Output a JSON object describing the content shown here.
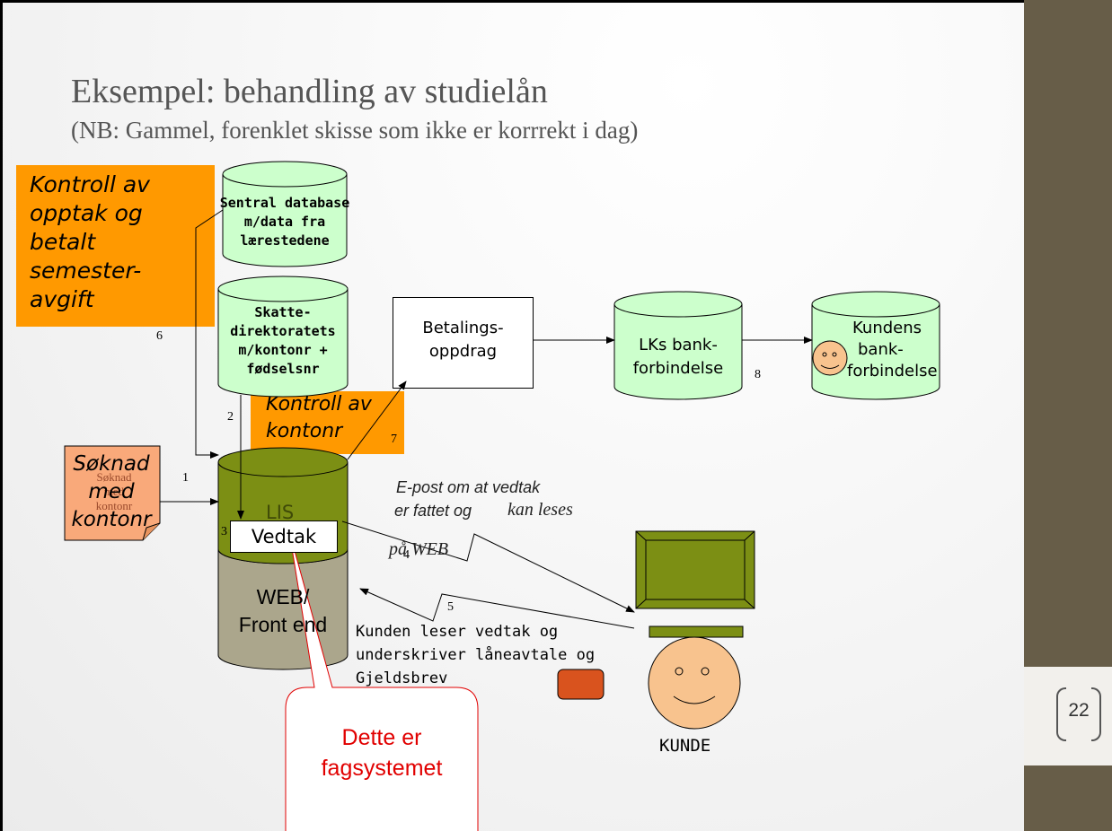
{
  "title": "Eksempel: behandling av studielån",
  "subtitle": "(NB: Gammel, forenklet skisse som ikke er korrrekt i dag)",
  "page_number": "22",
  "nodes": {
    "kontroll_opptak": [
      "Kontroll av",
      "opptak og",
      "betalt",
      "semester-",
      "avgift"
    ],
    "sentral_db": [
      "Sentral database",
      "m/data fra",
      "lærestedene"
    ],
    "skatte": [
      "Skatte-",
      "direktoratets",
      "m/kontonr +",
      "fødselsnr"
    ],
    "betalings": [
      "Betalings-",
      "oppdrag"
    ],
    "lks_bank": [
      "LKs bank-",
      "forbindelse"
    ],
    "kundens_bank": [
      "Kundens",
      "bank-",
      "forbindelse"
    ],
    "kontroll_kontonr": [
      "Kontroll av",
      "kontonr"
    ],
    "soknad_big": [
      "Søknad",
      "med",
      "kontonr"
    ],
    "soknad_small": [
      "Søknad",
      "med",
      "kontonr"
    ],
    "lis": "LIS",
    "vedtak": "Vedtak",
    "web": [
      "WEB/",
      "Front end"
    ],
    "epost_note": [
      "E-post  om at vedtak",
      "er  fattet og ",
      "kan leses",
      "på WEB"
    ],
    "kunden_leser": [
      "Kunden leser vedtak og",
      "underskriver  låneavtale og",
      "Gjeldsbrev"
    ],
    "kunde": "KUNDE",
    "callout": [
      "Dette er",
      "fagsystemet"
    ]
  },
  "step_numbers": [
    "1",
    "2",
    "3",
    "4",
    "5",
    "6",
    "7",
    "8"
  ],
  "colors": {
    "orange": "#ff9900",
    "db_green": "#ccffcc",
    "lis_olive": "#7c8f14",
    "web_gray": "#aba68c",
    "skin": "#f8c38e",
    "soknad_peach": "#f9a97a",
    "callout_red": "#e10000",
    "sidebar": "#675d48"
  }
}
